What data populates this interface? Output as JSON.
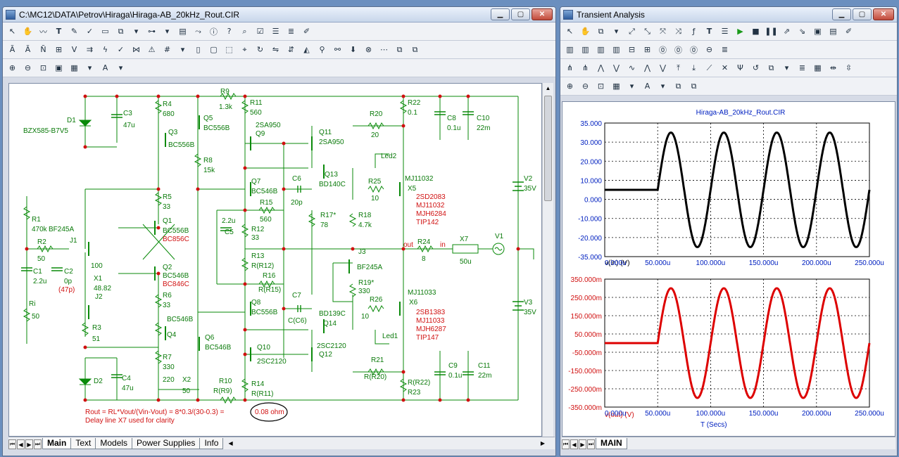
{
  "left_window": {
    "title": "C:\\MC12\\DATA\\Petrov\\Hiraga\\Hiraga-AB_20kHz_Rout.CIR",
    "tabs": [
      "Main",
      "Text",
      "Models",
      "Power Supplies",
      "Info"
    ],
    "active_tab": "Main"
  },
  "right_window": {
    "title": "Transient Analysis",
    "tabs": [
      "MAIN"
    ],
    "active_tab": "MAIN"
  },
  "schematic": {
    "labels": {
      "D1": "D1",
      "D1v": "BZX585-B7V5",
      "C3": "C3",
      "C3v": "47u",
      "R4": "R4",
      "R4v": "680",
      "Q5": "Q5",
      "Q5v": "BC556B",
      "R9": "R9",
      "R9v": "1.3k",
      "R11": "R11",
      "R11v": "560",
      "Q3": "Q3",
      "Q3v": "BC556B",
      "Q9v": "2SA950",
      "Q9": "Q9",
      "Q11": "Q11",
      "Q11v": "2SA950",
      "R20": "R20",
      "R20v": "20",
      "R22": "R22",
      "R22v": "0.1",
      "C8": "C8",
      "C8v": "0.1u",
      "C10": "C10",
      "C10v": "22m",
      "Led2": "Led2",
      "R8": "R8",
      "R8v": "15k",
      "Q7": "Q7",
      "Q7v": "BC546B",
      "C6": "C6",
      "C6v": "20p",
      "Q13": "Q13",
      "Q13v": "BD140C",
      "R25": "R25",
      "R25v": "10",
      "X5v": "MJ11032",
      "X5": "X5",
      "V2": "V2",
      "V2v": "35V",
      "R5": "R5",
      "R5v": "33",
      "R15": "R15",
      "R15v": "560",
      "X5a1": "2SD2083",
      "X5a2": "MJ11032",
      "X5a3": "MJH6284",
      "X5a4": "TIP142",
      "R1": "R1",
      "R1v": "470k",
      "J1": "BF245A",
      "J1n": "J1",
      "Q1": "Q1",
      "Q1v": "BC556B",
      "Q1alt": "BC856C",
      "C5v": "2.2u",
      "C5": "C5",
      "R12": "R12",
      "R12v": "33",
      "R17": "R17*",
      "R17v": "78",
      "R18": "R18",
      "R18v": "4.7k",
      "X7": "X7",
      "X7v": "50u",
      "V1": "V1",
      "R2": "R2",
      "R2v": "50",
      "pot": "100",
      "out": "out",
      "R24": "R24",
      "R24v": "8",
      "in": "in",
      "C1": "C1",
      "C1v": "2.2u",
      "C2": "C2",
      "C2v": "0p",
      "C2alt": "(47p)",
      "X1": "X1",
      "X1v": "48.82",
      "Q2": "Q2",
      "Q2v": "BC546B",
      "Q2alt": "BC846C",
      "R13": "R13",
      "R13v": "R(R12)",
      "R16": "R16",
      "R16v": "R(R15)",
      "J3": "J3",
      "J3v": "BF245A",
      "R19": "R19*",
      "R19v": "330",
      "Ri": "Ri",
      "Riv": "50",
      "J2": "J2",
      "R6": "R6",
      "R6v": "33",
      "C7": "C7",
      "C7v": "C(C6)",
      "Q8": "Q8",
      "Q8v": "BC556B",
      "R26": "R26",
      "R26v": "10",
      "X6v": "MJ11033",
      "X6": "X6",
      "V3": "V3",
      "V3v": "35V",
      "X6a1": "2SB1383",
      "X6a2": "MJ11033",
      "X6a3": "MJH6287",
      "X6a4": "TIP147",
      "R3": "R3",
      "R3v": "51",
      "Q4v": "BC546B",
      "Q4": "Q4",
      "Q14": "Q14",
      "Q14v": "BD139C",
      "Led1": "Led1",
      "Q6": "Q6",
      "Q6v": "BC546B",
      "Q10": "Q10",
      "Q10v": "2SC2120",
      "Q12v": "2SC2120",
      "Q12": "Q12",
      "R7": "R7",
      "R7v": "330",
      "X2": "X2",
      "X2v": "50",
      "pot2": "220",
      "R21": "R21",
      "R21v": "R(R20)",
      "C9": "C9",
      "C9v": "0.1u",
      "C11": "C11",
      "C11v": "22m",
      "D2": "D2",
      "C4": "C4",
      "C4v": "47u",
      "R10": "R10",
      "R10v": "R(R9)",
      "R14": "R14",
      "R14v": "R(R11)",
      "R23v": "R(R22)",
      "R23": "R23",
      "note1": "Rout = RL*Vout/(Vin-Vout) = 8*0.3/(30-0.3) = ",
      "note1b": "0.08 ohm",
      "note2": "Delay line X7 used for clarity"
    }
  },
  "plot": {
    "title": "Hiraga-AB_20kHz_Rout.CIR",
    "xlabel": "T (Secs)"
  },
  "chart_data": [
    {
      "type": "line",
      "ylabel": "v(in) (V)",
      "xlim": [
        0,
        250
      ],
      "ylim": [
        -35,
        35
      ],
      "y_ticks": [
        "35.000",
        "30.000",
        "20.000",
        "10.000",
        "0.000",
        "-10.000",
        "-20.000",
        "-35.000"
      ],
      "x_ticks": [
        "0.000u",
        "50.000u",
        "100.000u",
        "150.000u",
        "200.000u",
        "250.000u"
      ],
      "series": [
        {
          "color": "#000000",
          "delay": 50,
          "amplitude": 30,
          "period": 50
        }
      ]
    },
    {
      "type": "line",
      "ylabel": "v(out) (V)",
      "xlim": [
        0,
        250
      ],
      "ylim": [
        -350,
        350
      ],
      "y_ticks": [
        "350.000m",
        "250.000m",
        "150.000m",
        "50.000m",
        "-50.000m",
        "-150.000m",
        "-250.000m",
        "-350.000m"
      ],
      "x_ticks": [
        "0.000u",
        "50.000u",
        "100.000u",
        "150.000u",
        "200.000u",
        "250.000u"
      ],
      "series": [
        {
          "color": "#dd0000",
          "delay": 50,
          "amplitude": 300,
          "period": 50
        }
      ]
    }
  ]
}
